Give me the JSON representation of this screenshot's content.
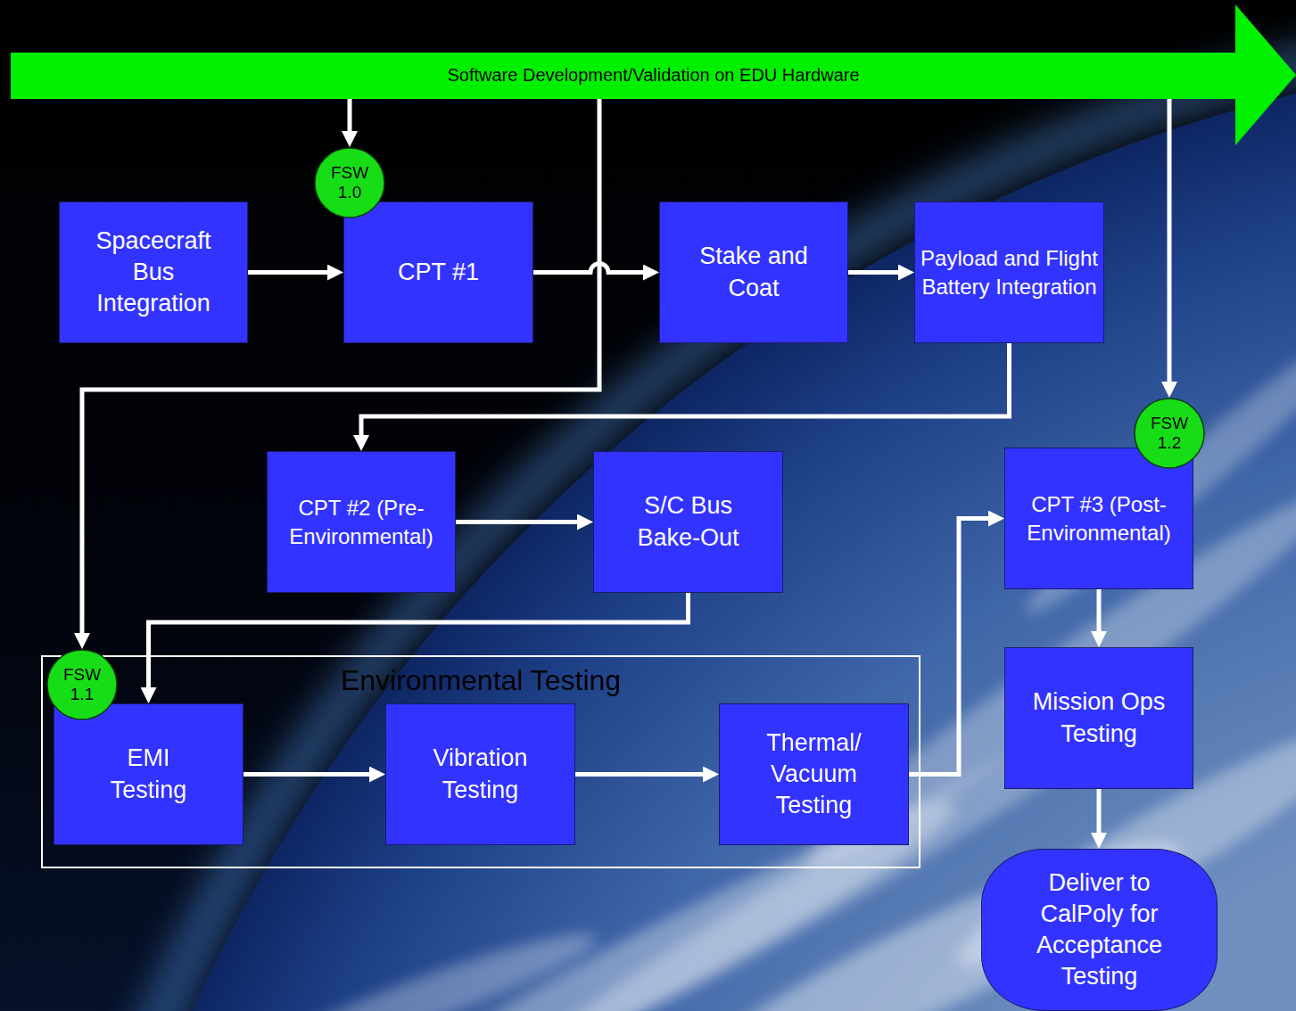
{
  "diagram": {
    "nodes": [
      {
        "text": [
          "Software Development/Validation on EDU Hardware"
        ]
      },
      {
        "text": [
          "FSW 1.0"
        ]
      },
      {
        "text": [
          "Spacecraft Bus Integration"
        ]
      },
      {
        "text": [
          "CPT #1"
        ]
      },
      {
        "text": [
          "Stake and Coat"
        ]
      },
      {
        "text": [
          "Payload and Flight Battery Integration"
        ]
      },
      {
        "text": [
          "FSW 1.2"
        ]
      },
      {
        "text": [
          "CPT #2 (Pre- Environmental)"
        ]
      },
      {
        "text": [
          "S/C Bus Bake-Out"
        ]
      },
      {
        "text": [
          "CPT #3 (Post- Environmental)"
        ]
      },
      {
        "text": [
          "Environmental Testing"
        ]
      },
      {
        "text": [
          "FSW 1.1"
        ],
        "in": 10
      },
      {
        "text": [
          "EMI Testing"
        ],
        "in": 10
      },
      {
        "text": [
          "Vibration Testing"
        ],
        "in": 10
      },
      {
        "text": [
          "Thermal/ Vacuum Testing"
        ],
        "in": 10
      },
      {
        "text": [
          "Mission Ops Testing"
        ]
      },
      {
        "text": [
          "Deliver to CalPoly for Acceptance Testing"
        ]
      }
    ],
    "edges": [
      {
        "from": 0,
        "to": 1,
        "arrow": "to"
      },
      {
        "from": 2,
        "to": 3,
        "arrow": "to"
      },
      {
        "from": 3,
        "to": 4,
        "arrow": "to"
      },
      {
        "from": 4,
        "to": 5,
        "arrow": "to"
      },
      {
        "from": 0,
        "to": 11,
        "arrow": "to"
      },
      {
        "from": 5,
        "to": 7,
        "arrow": "to"
      },
      {
        "from": 7,
        "to": 8,
        "arrow": "to"
      },
      {
        "from": 8,
        "to": 12,
        "arrow": "to"
      },
      {
        "from": 12,
        "to": 13,
        "arrow": "to"
      },
      {
        "from": 13,
        "to": 14,
        "arrow": "to"
      },
      {
        "from": 14,
        "to": 9,
        "arrow": "to"
      },
      {
        "from": 0,
        "to": 6,
        "arrow": "to"
      },
      {
        "from": 9,
        "to": 15,
        "arrow": "to"
      },
      {
        "from": 15,
        "to": 16,
        "arrow": "to"
      }
    ]
  }
}
